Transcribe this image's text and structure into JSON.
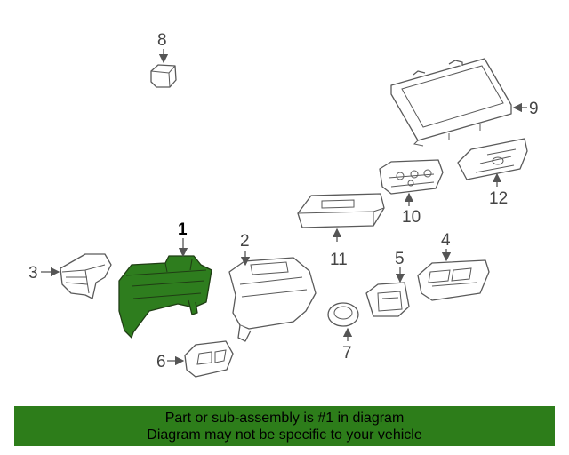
{
  "callouts": {
    "c1": "1",
    "c2": "2",
    "c3": "3",
    "c4": "4",
    "c5": "5",
    "c6": "6",
    "c7": "7",
    "c8": "8",
    "c9": "9",
    "c10": "10",
    "c11": "11",
    "c12": "12"
  },
  "highlighted_part": "1",
  "colors": {
    "highlight": "#2e7d1e",
    "banner": "#2d7d1a",
    "line_art": "#5a5a5a"
  },
  "banner": {
    "line1": "Part or sub-assembly is #1 in diagram",
    "line2": "Diagram may not be specific to your vehicle"
  }
}
